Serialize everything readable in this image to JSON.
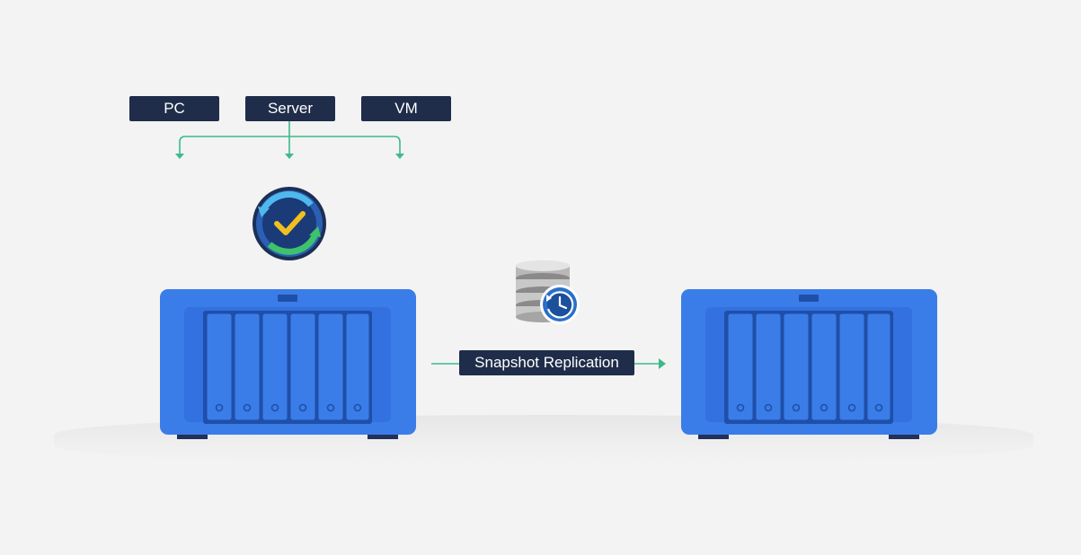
{
  "sources": [
    {
      "label": "PC"
    },
    {
      "label": "Server"
    },
    {
      "label": "VM"
    }
  ],
  "replication": {
    "label": "Snapshot Replication"
  },
  "colors": {
    "background": "#f3f3f3",
    "label_bg": "#1f2d4a",
    "label_text": "#ffffff",
    "connector": "#3dba8a",
    "nas_body": "#3a7de8",
    "nas_dark": "#1f4fa8",
    "backup_icon_ring": "#1e3c74",
    "backup_icon_check": "#f2c01e"
  },
  "icons": {
    "backup": "active-backup-icon",
    "snapshot": "snapshot-replication-icon",
    "source_nas": "nas-icon",
    "target_nas": "nas-icon"
  }
}
